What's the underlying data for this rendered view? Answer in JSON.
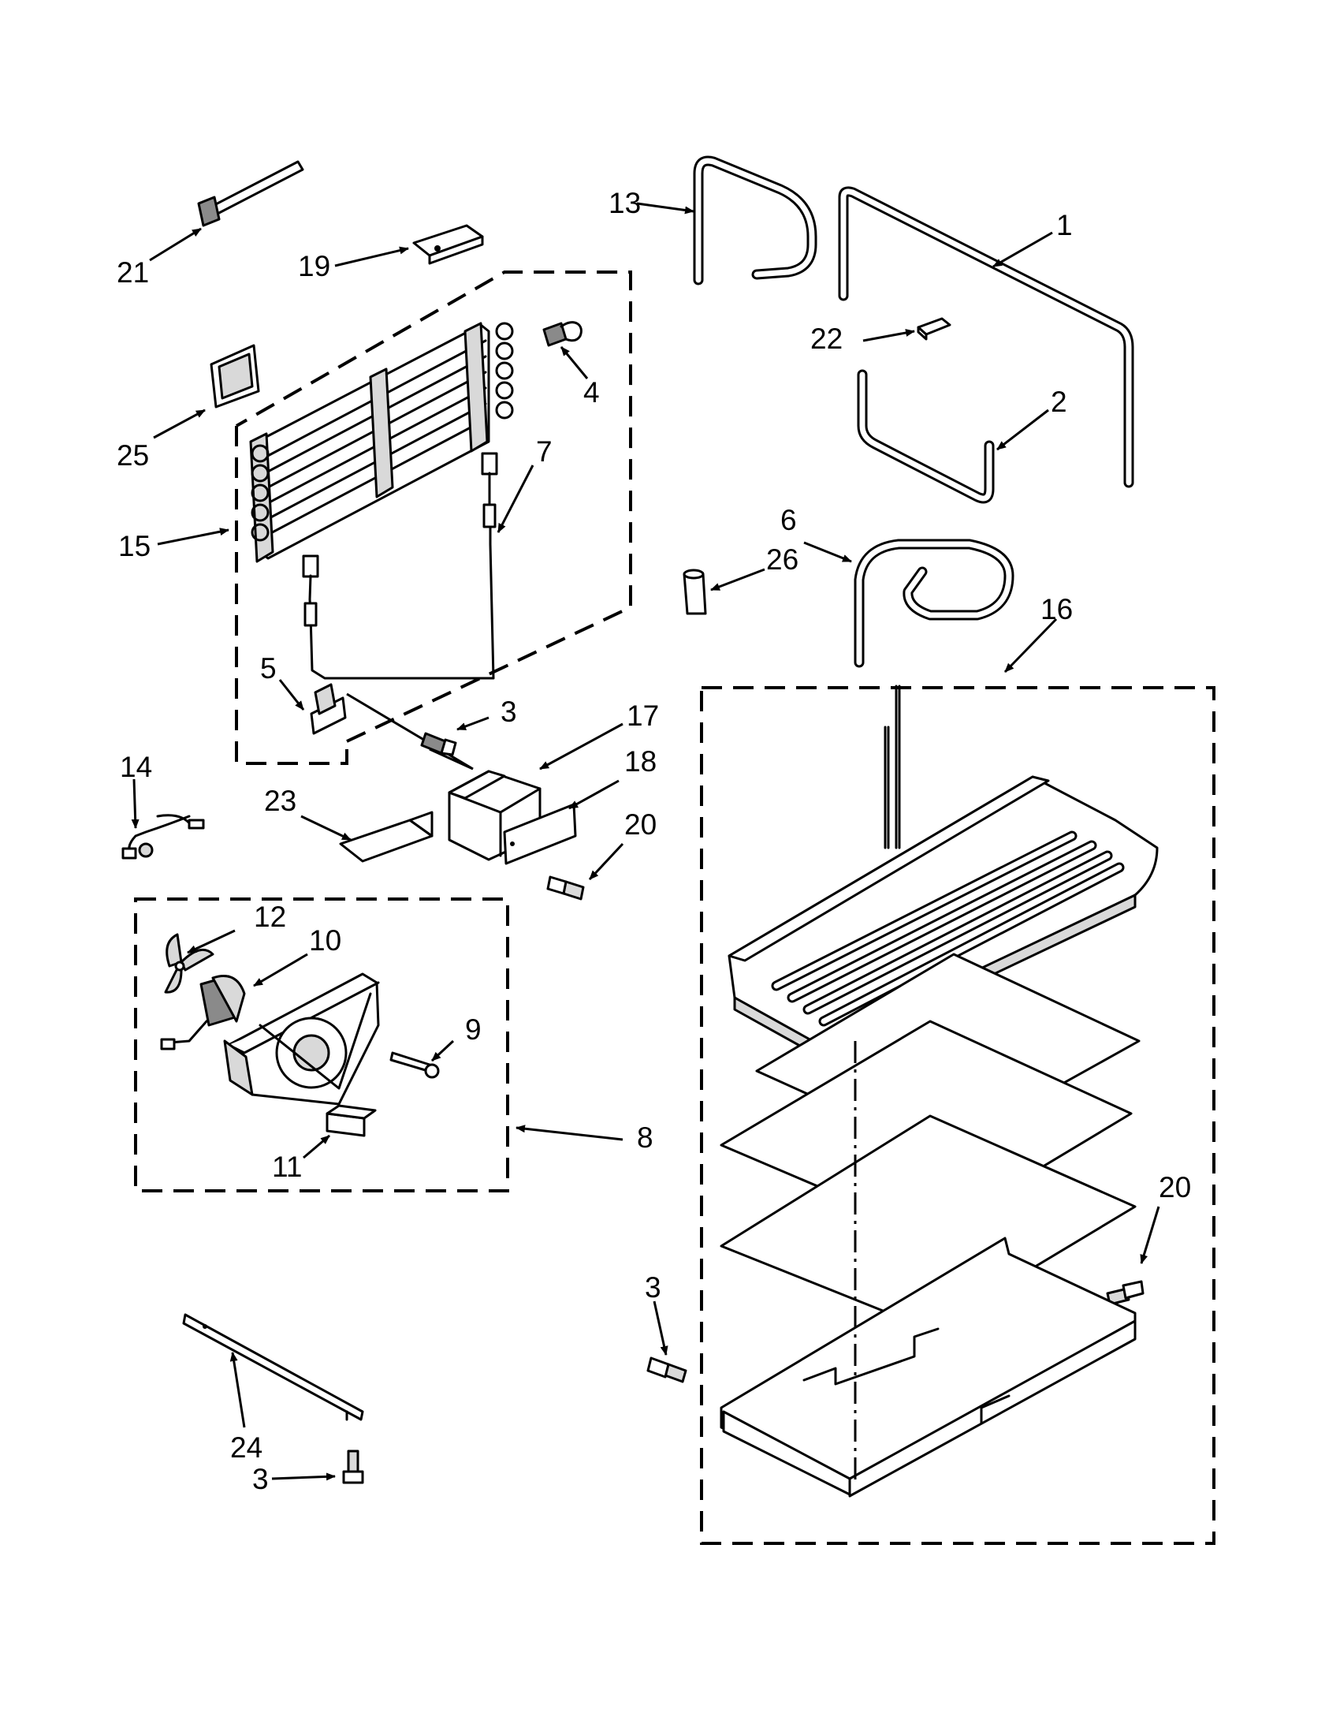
{
  "callouts": [
    {
      "id": "1",
      "text": "1"
    },
    {
      "id": "2",
      "text": "2"
    },
    {
      "id": "3a",
      "text": "3"
    },
    {
      "id": "3b",
      "text": "3"
    },
    {
      "id": "3c",
      "text": "3"
    },
    {
      "id": "4",
      "text": "4"
    },
    {
      "id": "5",
      "text": "5"
    },
    {
      "id": "6",
      "text": "6"
    },
    {
      "id": "7",
      "text": "7"
    },
    {
      "id": "8",
      "text": "8"
    },
    {
      "id": "9",
      "text": "9"
    },
    {
      "id": "10",
      "text": "10"
    },
    {
      "id": "11",
      "text": "11"
    },
    {
      "id": "12",
      "text": "12"
    },
    {
      "id": "13",
      "text": "13"
    },
    {
      "id": "14",
      "text": "14"
    },
    {
      "id": "15",
      "text": "15"
    },
    {
      "id": "16",
      "text": "16"
    },
    {
      "id": "17",
      "text": "17"
    },
    {
      "id": "18",
      "text": "18"
    },
    {
      "id": "19",
      "text": "19"
    },
    {
      "id": "20a",
      "text": "20"
    },
    {
      "id": "20b",
      "text": "20"
    },
    {
      "id": "21",
      "text": "21"
    },
    {
      "id": "22",
      "text": "22"
    },
    {
      "id": "23",
      "text": "23"
    },
    {
      "id": "24",
      "text": "24"
    },
    {
      "id": "25",
      "text": "25"
    },
    {
      "id": "26",
      "text": "26"
    }
  ]
}
